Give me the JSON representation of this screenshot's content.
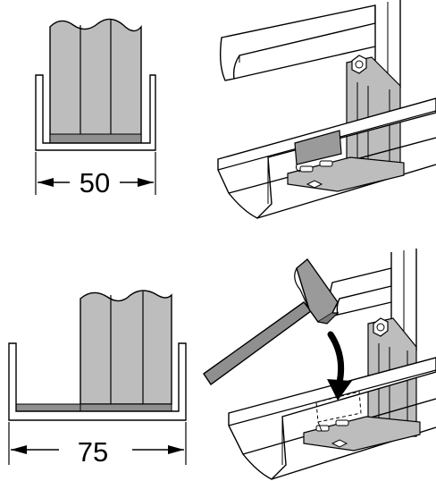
{
  "figure": {
    "panels": [
      {
        "id": "top-left",
        "dimension_label": "50"
      },
      {
        "id": "top-right"
      },
      {
        "id": "bottom-left",
        "dimension_label": "75"
      },
      {
        "id": "bottom-right"
      }
    ]
  },
  "colors": {
    "line": "#000000",
    "panel_gray": "#bdbdbd",
    "panel_dark": "#8f8f8f",
    "background": "#ffffff"
  },
  "icons": [
    "hammer-icon",
    "arrow-down-icon",
    "bolt-icon"
  ]
}
